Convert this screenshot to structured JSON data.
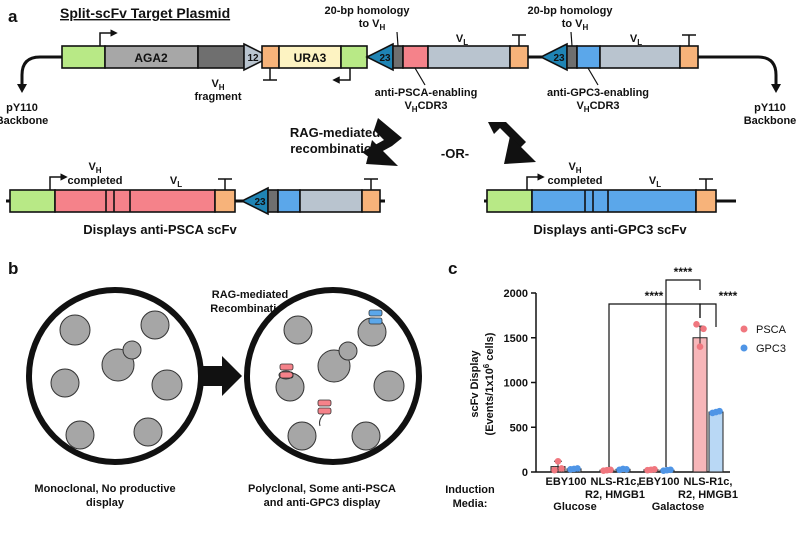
{
  "colors": {
    "green": "#b8e986",
    "gray": "#a7a7a7",
    "darkgray": "#6f6f6f",
    "lightgray": "#b9c4cf",
    "orange": "#f7b37a",
    "cream": "#fdf3c2",
    "pink": "#f5828a",
    "blue": "#5ba7ea",
    "teal": "#1f84b4",
    "psca_point": "#f0777f",
    "psca_bar": "#f7b6b9",
    "gpc3_point": "#4f95e6",
    "gpc3_bar": "#b9d8f5"
  },
  "panel_a": {
    "letter": "a",
    "title": "Split-scFv Target Plasmid",
    "aga2": "AGA2",
    "rss12": "12",
    "ura3": "URA3",
    "rss23": "23",
    "vh_fragment_1": "V",
    "vh_fragment_sub": "H",
    "vh_fragment_2": "fragment",
    "vl": "V",
    "vl_sub": "L",
    "homology_1": "20-bp homology",
    "homology_2": "to V",
    "homology_sub": "H",
    "backbone_1": "pY110",
    "backbone_2": "Backbone",
    "psca_cdr_1": "anti-PSCA-enabling",
    "psca_cdr_2a": "V",
    "psca_cdr_2sub": "H",
    "psca_cdr_2b": "CDR3",
    "gpc3_cdr_1": "anti-GPC3-enabling",
    "rag_1": "RAG-mediated",
    "rag_2": "recombination",
    "or": "-OR-",
    "vh_completed_a": "V",
    "vh_completed_sub": "H",
    "vh_completed_b": "completed",
    "display_psca": "Displays anti-PSCA scFv",
    "display_gpc3": "Displays anti-GPC3 scFv"
  },
  "panel_b": {
    "letter": "b",
    "rag_1": "RAG-mediated",
    "rag_2": "Recombination",
    "left_caption_1": "Monoclonal, No productive",
    "left_caption_2": "display",
    "right_caption_1": "Polyclonal, Some anti-PSCA",
    "right_caption_2": "and anti-GPC3 display"
  },
  "chart_data": {
    "letter": "c",
    "type": "bar",
    "ylabel_1": "scFv Display",
    "ylabel_2": "(Events/1x10",
    "ylabel_sup": "6",
    "ylabel_3": " cells)",
    "ylim": [
      0,
      2000
    ],
    "yticks": [
      "0",
      "500",
      "1000",
      "1500",
      "2000"
    ],
    "categories": [
      "EBY100",
      "NLS-R1c, R2, HMGB1",
      "EBY100",
      "NLS-R1c, R2, HMGB1"
    ],
    "category_lines": [
      [
        "EBY100"
      ],
      [
        "NLS-R1c,",
        "R2, HMGB1"
      ],
      [
        "EBY100"
      ],
      [
        "NLS-R1c,",
        "R2, HMGB1"
      ]
    ],
    "groups": [
      "Glucose",
      "Glucose",
      "Galactose",
      "Galactose"
    ],
    "group_labels": [
      "Glucose",
      "Galactose"
    ],
    "induction_label_1": "Induction",
    "induction_label_2": "Media:",
    "legend": [
      "PSCA",
      "GPC3"
    ],
    "series": [
      {
        "name": "PSCA",
        "values": [
          60,
          20,
          25,
          1500
        ],
        "points": [
          [
            20,
            120,
            40
          ],
          [
            15,
            20,
            25
          ],
          [
            20,
            25,
            30
          ],
          [
            1650,
            1400,
            1600
          ]
        ],
        "err": [
          60,
          8,
          8,
          130
        ]
      },
      {
        "name": "GPC3",
        "values": [
          35,
          30,
          20,
          670
        ],
        "points": [
          [
            30,
            35,
            40
          ],
          [
            25,
            35,
            30
          ],
          [
            15,
            20,
            25
          ],
          [
            660,
            670,
            680
          ]
        ],
        "err": [
          8,
          8,
          8,
          15
        ]
      }
    ],
    "significance": "****"
  }
}
